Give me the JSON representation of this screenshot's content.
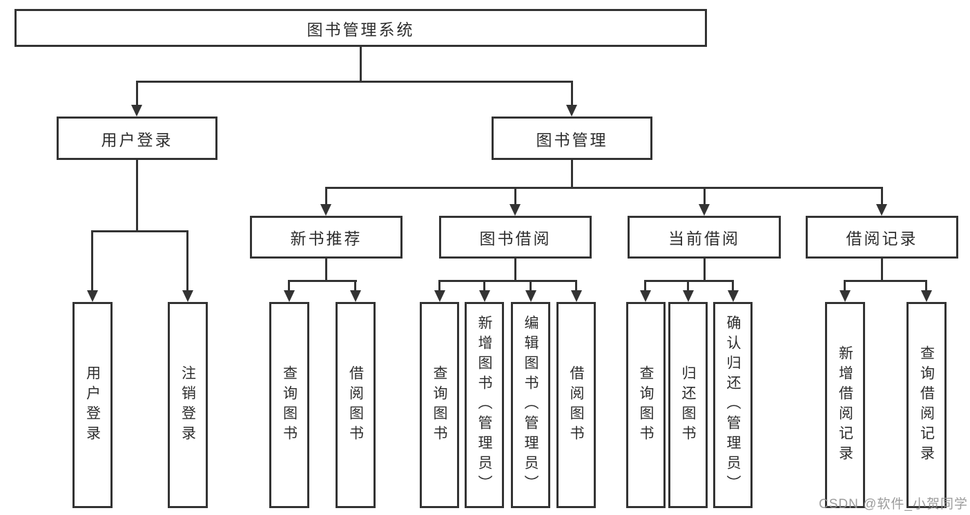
{
  "diagram": {
    "root": {
      "label": "图书管理系统"
    },
    "level2": [
      {
        "label": "用户登录"
      },
      {
        "label": "图书管理"
      }
    ],
    "level3": [
      {
        "label": "新书推荐"
      },
      {
        "label": "图书借阅"
      },
      {
        "label": "当前借阅"
      },
      {
        "label": "借阅记录"
      }
    ],
    "leaves": {
      "user_login": [
        "用户登录",
        "注销登录"
      ],
      "new_book": [
        "查询图书",
        "借阅图书"
      ],
      "book_borrow": [
        "查询图书",
        "新增图书（管理员）",
        "编辑图书（管理员）",
        "借阅图书"
      ],
      "current_borrow": [
        "查询图书",
        "归还图书",
        "确认归还（管理员）"
      ],
      "borrow_record": [
        "新增借阅记录",
        "查询借阅记录"
      ]
    }
  },
  "watermark": {
    "text": "CSDN @软件_小贺同学"
  },
  "colors": {
    "line": "#333333",
    "text": "#2d2d2d",
    "watermark": "#919191",
    "background": "#ffffff"
  }
}
